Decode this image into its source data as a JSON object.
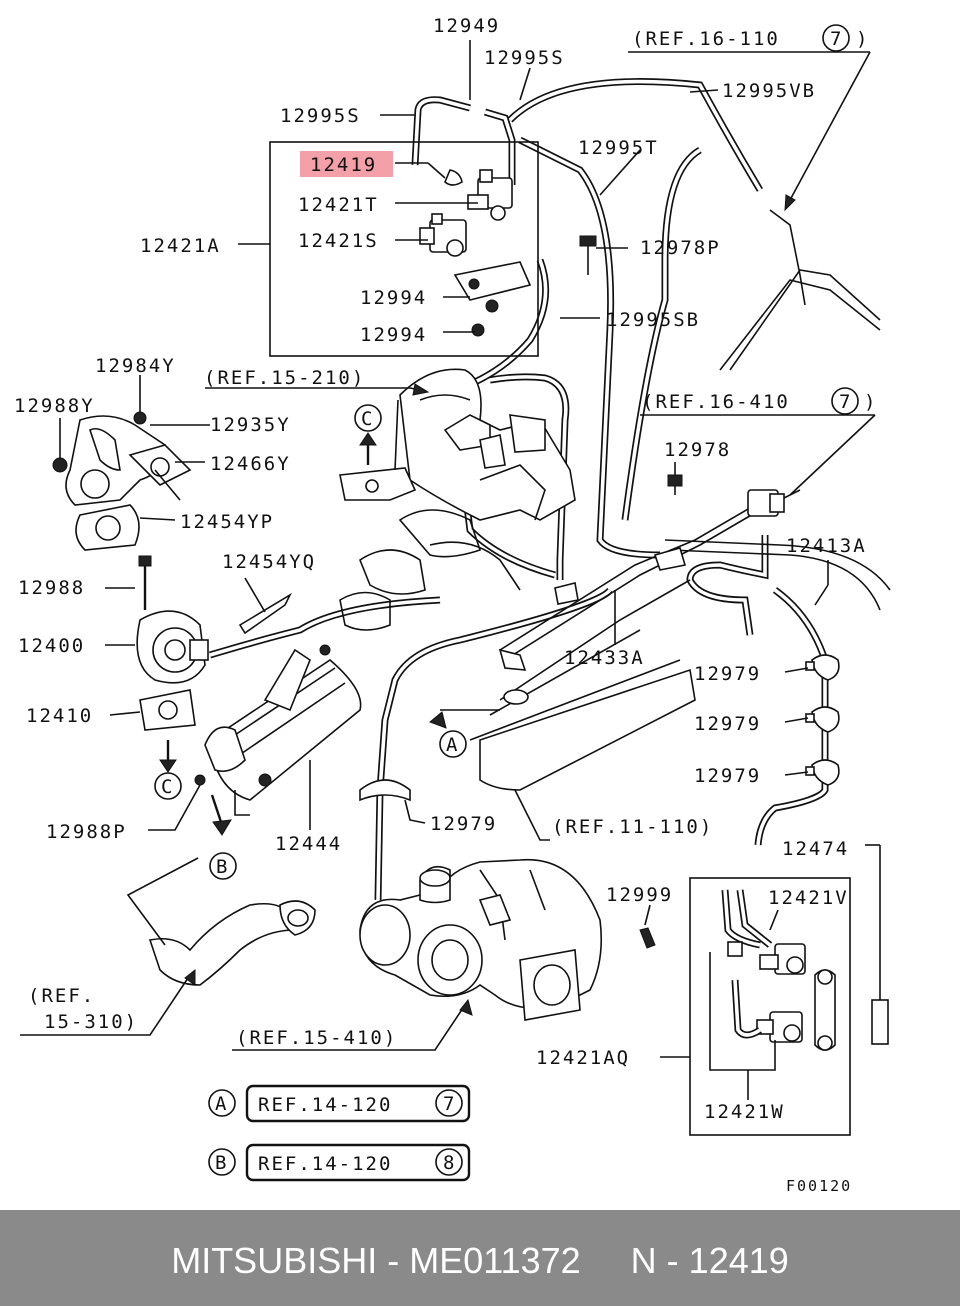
{
  "labels": {
    "l12949": "12949",
    "l12995S_a": "12995S",
    "ref16110a": "(REF.16-110",
    "ref16110a_num": "7",
    "close_paren": ")",
    "l12995S_b": "12995S",
    "l12995VB": "12995VB",
    "l12419": "12419",
    "l12995T": "12995T",
    "l12421T": "12421T",
    "l12421A": "12421A",
    "l12421S": "12421S",
    "l12978P": "12978P",
    "l12994a": "12994",
    "l12995SB": "12995SB",
    "l12994b": "12994",
    "l12984Y": "12984Y",
    "ref15210": "(REF.15-210)",
    "l12988Y": "12988Y",
    "l12935Y": "12935Y",
    "ref16410": "(REF.16-410",
    "ref16410_num": "7",
    "l12466Y": "12466Y",
    "l12978": "12978",
    "l12454YP": "12454YP",
    "l12413A": "12413A",
    "l12454YQ": "12454YQ",
    "l12988": "12988",
    "l12433A": "12433A",
    "l12400": "12400",
    "l12979a": "12979",
    "l12410": "12410",
    "l12979b": "12979",
    "l12979c": "12979",
    "l12988P": "12988P",
    "l12979d": "12979",
    "ref11110": "(REF.11-110)",
    "l12444": "12444",
    "l12474": "12474",
    "l12999": "12999",
    "l12421V": "12421V",
    "ref15310_a": "(REF.",
    "ref15310_b": "15-310)",
    "ref15410": "(REF.15-410)",
    "l12421AQ": "12421AQ",
    "l12421W": "12421W",
    "marker_A": "A",
    "marker_B": "B",
    "marker_C": "C",
    "refA_text": "REF.14-120",
    "refA_num": "7",
    "refB_text": "REF.14-120",
    "refB_num": "8",
    "fig_code": "F00120"
  },
  "highlight_color": "#f4a0a8",
  "footer": {
    "text": "MITSUBISHI - ME011372     N - 12419"
  }
}
